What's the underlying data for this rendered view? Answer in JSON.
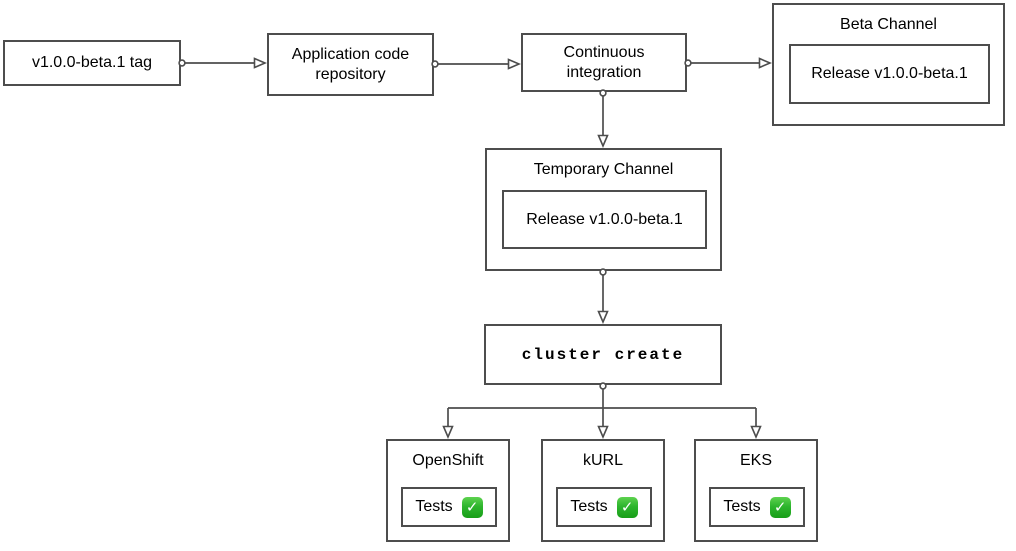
{
  "colors": {
    "stroke": "#4d4d4d",
    "text": "#000000",
    "background": "#ffffff",
    "check_green": "#2db52d",
    "check_mark_color": "#ffffff"
  },
  "nodes": {
    "tag": {
      "label": "v1.0.0-beta.1 tag"
    },
    "app_repo": {
      "label": "Application code repository"
    },
    "ci": {
      "label": "Continuous integration"
    },
    "beta_channel": {
      "title": "Beta Channel",
      "release_label": "Release v1.0.0-beta.1"
    },
    "temporary_channel": {
      "title": "Temporary Channel",
      "release_label": "Release v1.0.0-beta.1"
    },
    "cluster_create": {
      "label": "cluster create"
    },
    "clusters": [
      {
        "title": "OpenShift",
        "tests_label": "Tests",
        "status_icon": "check-mark-button"
      },
      {
        "title": "kURL",
        "tests_label": "Tests",
        "status_icon": "check-mark-button"
      },
      {
        "title": "EKS",
        "tests_label": "Tests",
        "status_icon": "check-mark-button"
      }
    ]
  }
}
